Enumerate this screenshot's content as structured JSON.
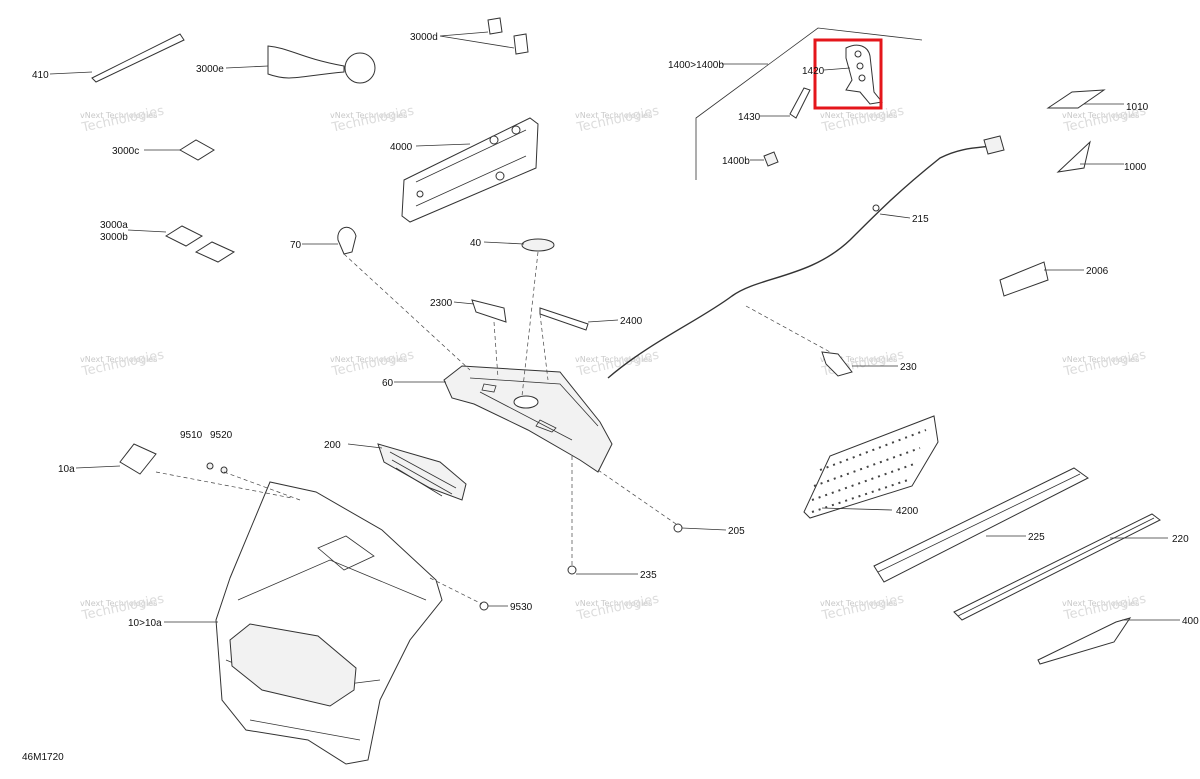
{
  "diagram": {
    "drawing_code": "46M1720",
    "watermark": {
      "line1": "vNext Technologies",
      "line2": "Technologies"
    },
    "highlight_color": "#e4161b",
    "callouts": [
      {
        "id": "410"
      },
      {
        "id": "3000e"
      },
      {
        "id": "3000d"
      },
      {
        "id": "1400>1400b"
      },
      {
        "id": "1420"
      },
      {
        "id": "1430"
      },
      {
        "id": "1400b"
      },
      {
        "id": "1010"
      },
      {
        "id": "1000"
      },
      {
        "id": "3000c"
      },
      {
        "id": "4000"
      },
      {
        "id": "215"
      },
      {
        "id": "3000a"
      },
      {
        "id": "3000b"
      },
      {
        "id": "70"
      },
      {
        "id": "40"
      },
      {
        "id": "2006"
      },
      {
        "id": "2300"
      },
      {
        "id": "2400"
      },
      {
        "id": "60"
      },
      {
        "id": "230"
      },
      {
        "id": "9510"
      },
      {
        "id": "9520"
      },
      {
        "id": "200"
      },
      {
        "id": "10a"
      },
      {
        "id": "205"
      },
      {
        "id": "4200"
      },
      {
        "id": "225"
      },
      {
        "id": "220"
      },
      {
        "id": "235"
      },
      {
        "id": "9530"
      },
      {
        "id": "10>10a"
      },
      {
        "id": "400"
      }
    ],
    "highlighted_part": "1420"
  }
}
